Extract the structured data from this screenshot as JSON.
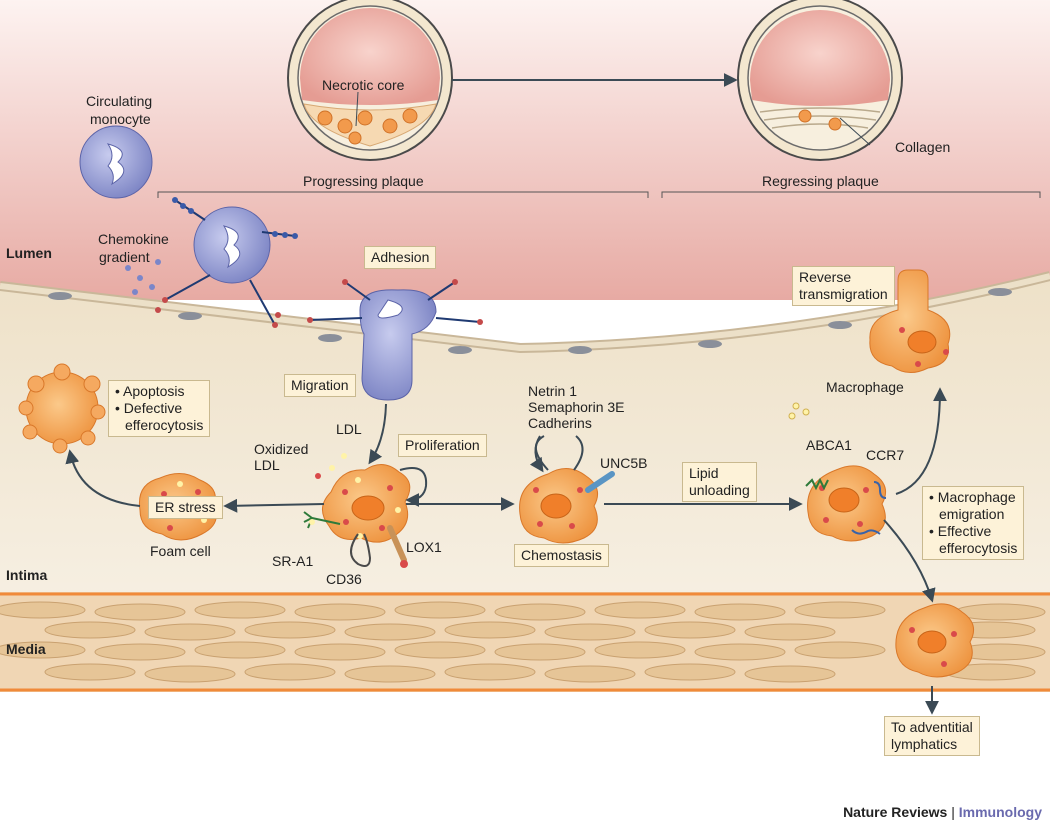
{
  "top": {
    "necrotic_core": "Necrotic core",
    "collagen": "Collagen",
    "progressing_plaque": "Progressing plaque",
    "regressing_plaque": "Regressing plaque"
  },
  "layers": {
    "lumen": "Lumen",
    "intima": "Intima",
    "media": "Media"
  },
  "labels": {
    "circulating_monocyte": [
      "Circulating",
      "monocyte"
    ],
    "chemokine_gradient": [
      "Chemokine",
      "gradient"
    ],
    "oxidized_ldl": [
      "Oxidized",
      "LDL"
    ],
    "ldl": "LDL",
    "foam_cell": "Foam cell",
    "sr_a1": "SR-A1",
    "cd36": "CD36",
    "lox1": "LOX1",
    "netrin": "Netrin 1",
    "semaphorin": "Semaphorin 3E",
    "cadherins": "Cadherins",
    "unc5b": "UNC5B",
    "abca1": "ABCA1",
    "ccr7": "CCR7",
    "macrophage": "Macrophage"
  },
  "boxes": {
    "adhesion": "Adhesion",
    "migration": "Migration",
    "proliferation": "Proliferation",
    "er_stress": "ER stress",
    "chemostasis": "Chemostasis",
    "lipid_unloading": [
      "Lipid",
      "unloading"
    ],
    "reverse_transmigration": [
      "Reverse",
      "transmigration"
    ],
    "apoptosis_list": [
      "Apoptosis",
      "Defective",
      "efferocytosis"
    ],
    "emigration_list": [
      "Macrophage",
      "emigration",
      "Effective",
      "efferocytosis"
    ],
    "adventitial": [
      "To adventitial",
      "lymphatics"
    ]
  },
  "credit": {
    "publisher": "Nature Reviews",
    "separator": " | ",
    "journal": "Immunology"
  },
  "colors": {
    "lumen": "#e8b4ad",
    "intima": "#f1e7d5",
    "media": "#e9c9a0",
    "macrophage": "#f3a34e",
    "monocyte": "#8d95cc",
    "box_fill": "#fdf2d8"
  }
}
